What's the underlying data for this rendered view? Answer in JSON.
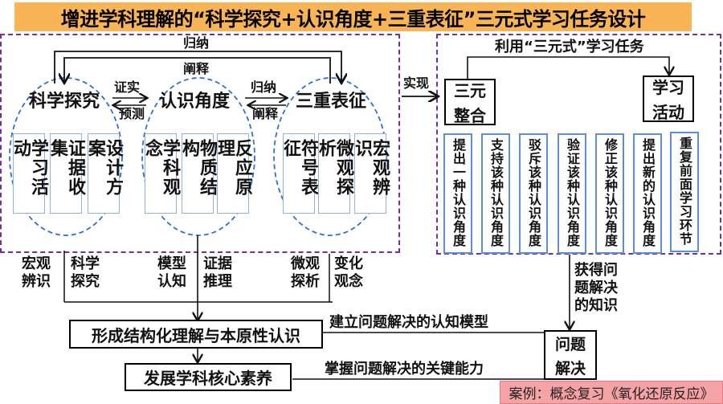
{
  "title": "增进学科理解的“科学探究+认识角度+三重表征”三元式学习任务设计",
  "left_panel": {
    "top_loop": {
      "top_label": "归纳",
      "bottom_label": "阐释"
    },
    "nodes": [
      {
        "label": "科学探究",
        "items": [
          "学习活动",
          "证据收集",
          "设计方案"
        ]
      },
      {
        "label": "认识角度",
        "items": [
          "学科观念",
          "物质结构",
          "反应原理"
        ]
      },
      {
        "label": "三重表征",
        "items": [
          "符号表征",
          "微观探析",
          "宏观辨识"
        ]
      }
    ],
    "link_1": {
      "forward": "证实",
      "backward": "预测"
    },
    "link_2": {
      "forward": "归纳",
      "backward": "阐释"
    }
  },
  "realize_label": "实现",
  "right_panel": {
    "loop_label": "利用“三元式”学习任务",
    "box_left": {
      "line1": "三元",
      "line2": "整合"
    },
    "box_right": {
      "line1": "学习",
      "line2": "活动"
    },
    "tasks": [
      "提出一种认识角度",
      "支持该种认识角度",
      "驳斥该种认识角度",
      "验证该种认识角度",
      "修正该种认识角度",
      "提出新的认识角度",
      "重复前面学习环节"
    ]
  },
  "competencies": [
    {
      "line1": "宏观",
      "line2": "辨识"
    },
    {
      "line1": "科学",
      "line2": "探究"
    },
    {
      "line1": "模型",
      "line2": "认知"
    },
    {
      "line1": "证据",
      "line2": "推理"
    },
    {
      "line1": "微观",
      "line2": "探析"
    },
    {
      "line1": "变化",
      "line2": "观念"
    }
  ],
  "bottom": {
    "structured_understanding": "形成结构化理解与本原性认识",
    "core_literacy": "发展学科核心素养",
    "cognitive_model_label": "建立问题解决的认知模型",
    "key_ability_label": "掌握问题解决的关键能力",
    "knowledge_label": {
      "line1": "获得问",
      "line2": "题解决",
      "line3": "的知识"
    },
    "problem_solving": {
      "line1": "问题",
      "line2": "解决"
    }
  },
  "case_label": "案例：概念复习《氧化还原反应》",
  "colors": {
    "title_bg": "#f8b455",
    "frame": "#7030a0",
    "ellipse": "#2e6fd6",
    "column_border": "#8fb0e0",
    "case_bg": "#f6a3a8"
  }
}
